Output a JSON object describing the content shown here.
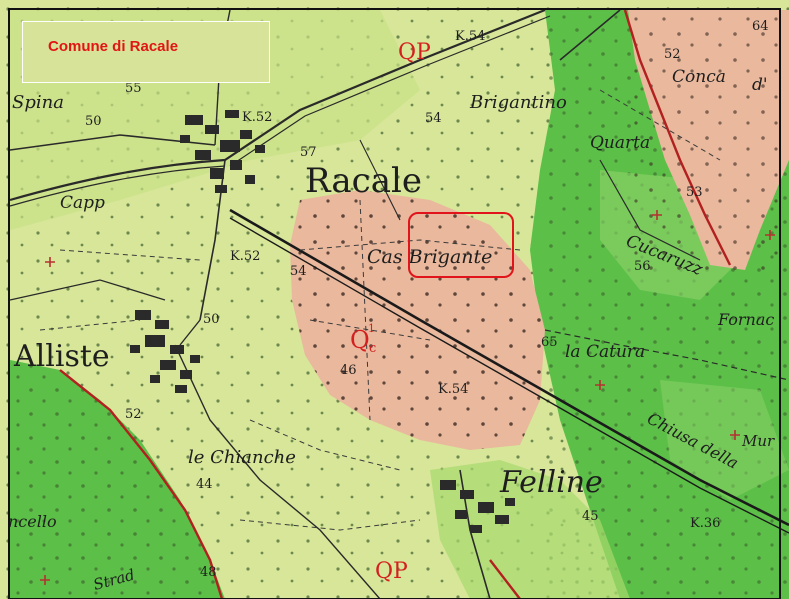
{
  "map_title": "Comune di Racale",
  "towns": {
    "racale": "Racale",
    "alliste": "Alliste",
    "felline": "Felline"
  },
  "places": {
    "cas_brigante": "Cas Brigante",
    "brigantino": "Brigantino",
    "quarta": "Quarta",
    "conca": "Conca",
    "conca_d": "d'",
    "cucaruzza": "Cucaruzz",
    "fornace": "Fornac",
    "la_catura": "la Catura",
    "chiusa": "Chiusa della",
    "le_chianche": "le Chianche",
    "spina": "Spina",
    "capp": "Capp",
    "mura": "Mur",
    "fancello": "ncello",
    "strada": "Strad"
  },
  "geology": {
    "qp_top": "QP",
    "qp_bottom": "QP",
    "qc": "Q",
    "qc_sup": "1",
    "qc_sub": "c"
  },
  "elevations": [
    "K.52",
    "K.52",
    "K.54",
    "K.54",
    "K.36",
    "57",
    "54",
    "50",
    "46",
    "65",
    "53",
    "56",
    "64",
    "52",
    "44",
    "48",
    "45",
    "52",
    "54",
    "55",
    "50"
  ],
  "colors": {
    "limestone_green": "#5cbf48",
    "plain_yellow": "#dcea9c",
    "pink": "#e9b89d",
    "highlight": "#e0141a",
    "title_red": "#e21515"
  }
}
